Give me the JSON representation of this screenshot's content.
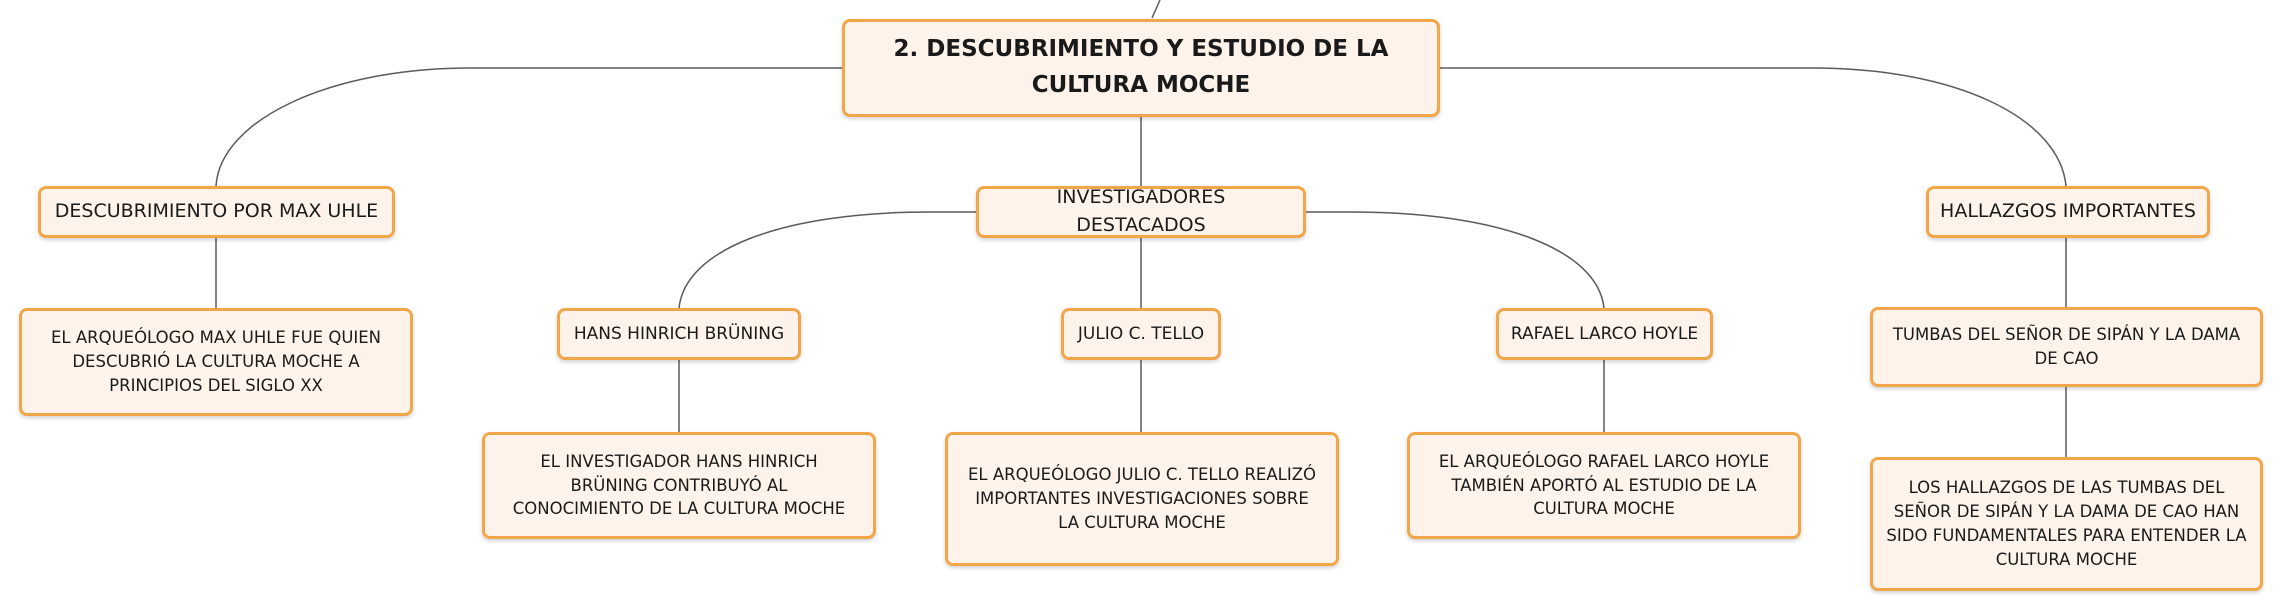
{
  "root": {
    "text": "2. DESCUBRIMIENTO Y ESTUDIO DE LA CULTURA MOCHE"
  },
  "branches": {
    "uhle": {
      "title": "DESCUBRIMIENTO POR MAX UHLE",
      "detail": "EL ARQUEÓLOGO MAX UHLE FUE QUIEN DESCUBRIÓ LA CULTURA MOCHE A PRINCIPIOS DEL SIGLO XX"
    },
    "investigadores": {
      "title": "INVESTIGADORES DESTACADOS",
      "bruning": {
        "title": "HANS HINRICH BRÜNING",
        "detail": "EL INVESTIGADOR HANS HINRICH BRÜNING CONTRIBUYÓ AL CONOCIMIENTO DE LA CULTURA MOCHE"
      },
      "tello": {
        "title": "JULIO C. TELLO",
        "detail": "EL ARQUEÓLOGO JULIO C. TELLO REALIZÓ IMPORTANTES INVESTIGACIONES SOBRE LA CULTURA MOCHE"
      },
      "larco": {
        "title": "RAFAEL LARCO HOYLE",
        "detail": "EL ARQUEÓLOGO RAFAEL LARCO HOYLE TAMBIÉN APORTÓ AL ESTUDIO DE LA CULTURA MOCHE"
      }
    },
    "hallazgos": {
      "title": "HALLAZGOS IMPORTANTES",
      "tumbas": "TUMBAS DEL SEÑOR DE SIPÁN Y LA DAMA DE CAO",
      "detail": "LOS HALLAZGOS DE LAS TUMBAS DEL SEÑOR DE SIPÁN Y LA DAMA DE CAO HAN SIDO FUNDAMENTALES PARA ENTENDER LA CULTURA MOCHE"
    }
  },
  "colors": {
    "node_fill": "#fdf3ea",
    "node_border": "#f2a64a",
    "connector": "#5b5b5b"
  }
}
